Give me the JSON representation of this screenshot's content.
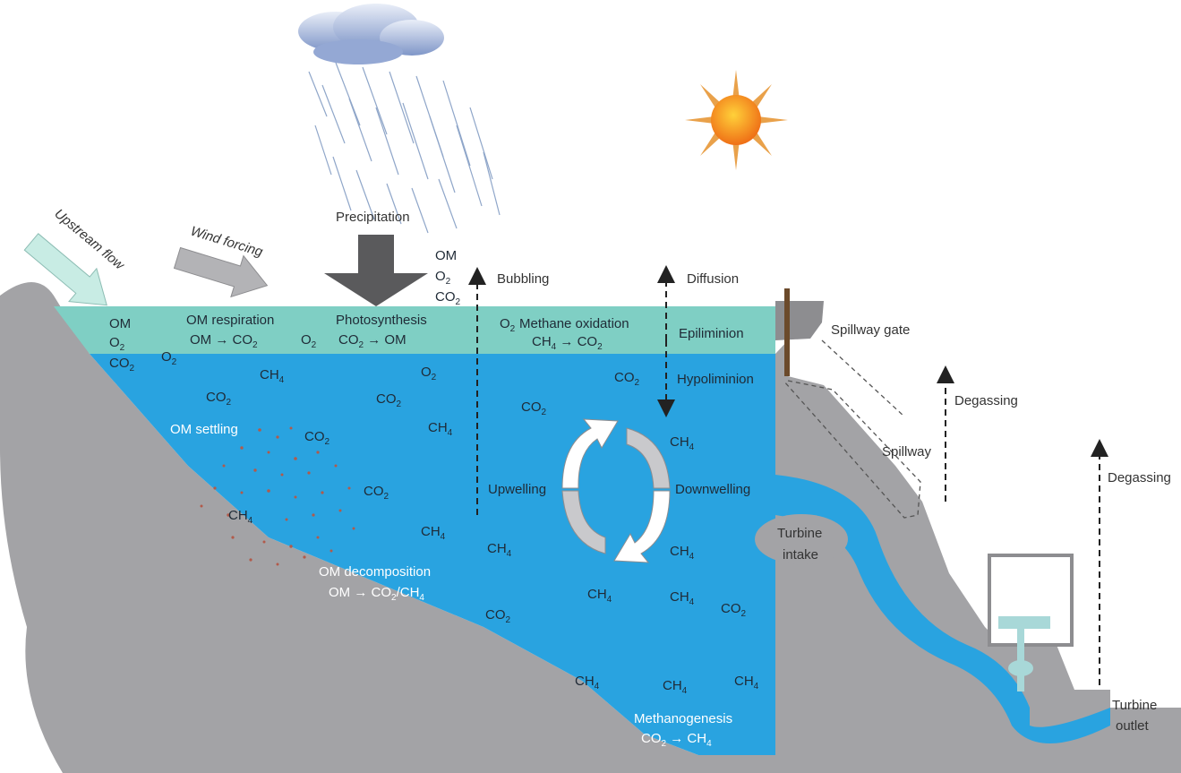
{
  "labels": {
    "precipitation": "Precipitation",
    "upstream_flow": "Upstream flow",
    "wind_forcing": "Wind forcing",
    "om_respiration": "OM respiration",
    "om_respiration_eq_l": "OM",
    "om_respiration_eq_r": "CO",
    "photosynthesis": "Photosynthesis",
    "photosynthesis_eq_l": "CO",
    "photosynthesis_eq_r": "OM",
    "methane_oxidation": "Methane oxidation",
    "methane_oxidation_eq_l": "CH",
    "methane_oxidation_eq_r": "CO",
    "bubbling": "Bubbling",
    "diffusion": "Diffusion",
    "epiliminion": "Epiliminion",
    "hypoliminion": "Hypoliminion",
    "spillway_gate": "Spillway gate",
    "degassing_1": "Degassing",
    "spillway": "Spillway",
    "degassing_2": "Degassing",
    "om_settling": "OM settling",
    "upwelling": "Upwelling",
    "downwelling": "Downwelling",
    "turbine_intake_1": "Turbine",
    "turbine_intake_2": "intake",
    "om_decomposition": "OM decomposition",
    "om_decomposition_eq_l": "OM",
    "om_decomposition_eq_r": "CO",
    "om_decomposition_eq_mid": "/CH",
    "methanogenesis": "Methanogenesis",
    "methanogenesis_eq_l": "CO",
    "methanogenesis_eq_r": "CH",
    "turbine_outlet_1": "Turbine",
    "turbine_outlet_2": "outlet",
    "inputs_om": "OM",
    "inputs_o": "O",
    "inputs_co": "CO",
    "epi_om": "OM",
    "epi_o": "O",
    "epi_co": "CO",
    "co": "CO",
    "ch": "CH",
    "o": "O",
    "sub2": "2",
    "sub4": "4"
  },
  "colors": {
    "epilimnion": "#7fcfc4",
    "hypolimnion": "#29a3e0",
    "land": "#a3a3a6",
    "land_dark": "#8d8d90",
    "sun_core": "#f28a1e",
    "sun_ray": "#e9a14a",
    "dam_post": "#6b4a2b"
  },
  "icons": [
    "cloud-icon",
    "sun-icon",
    "rain-icon",
    "circulation-arrows-icon",
    "turbine-icon"
  ]
}
